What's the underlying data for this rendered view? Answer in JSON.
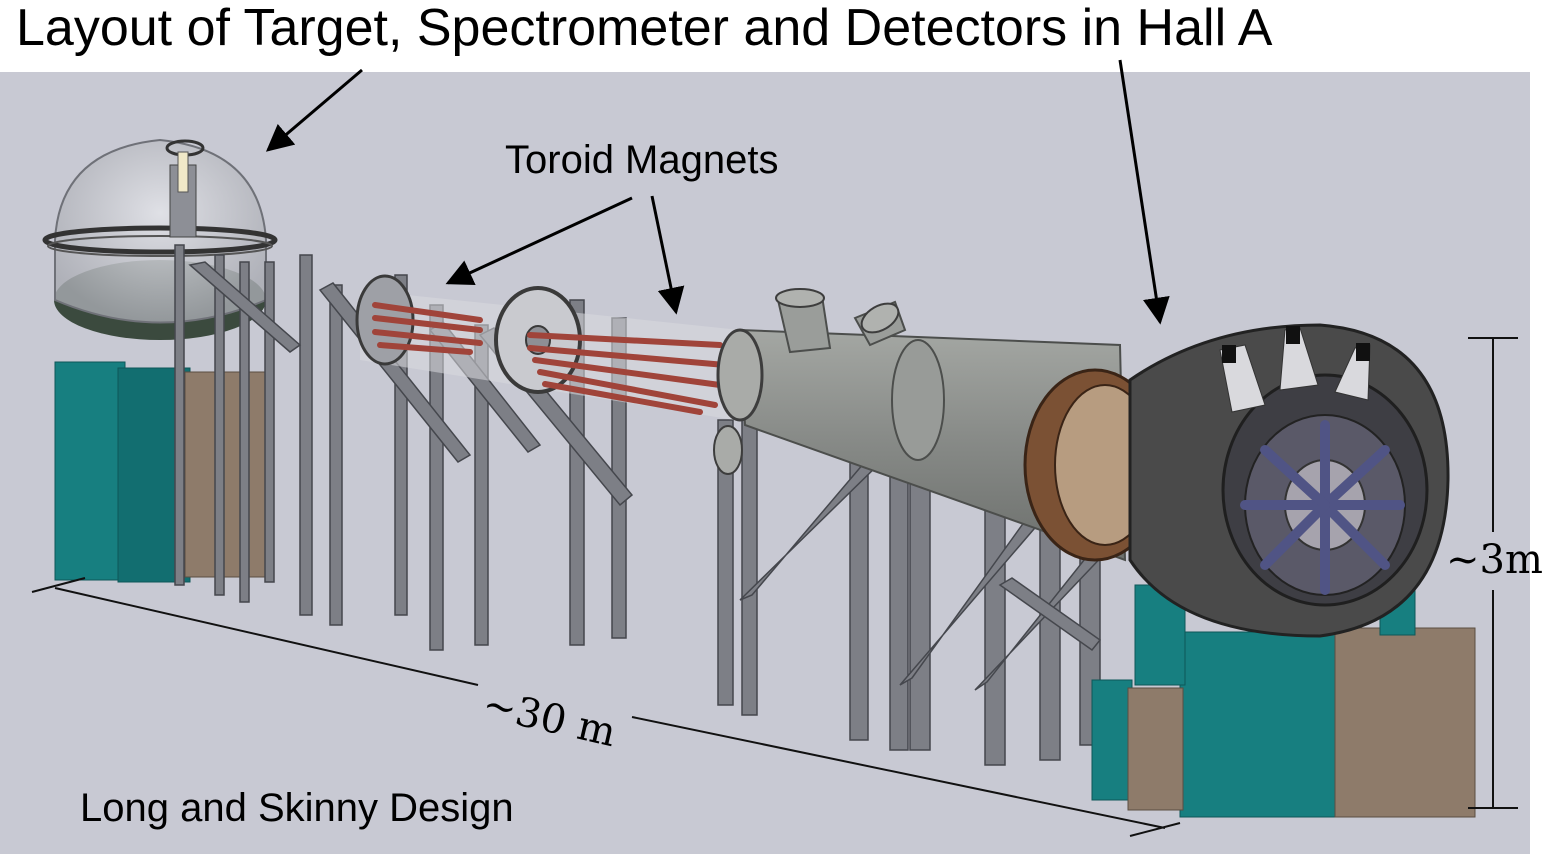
{
  "labels": {
    "title": "Layout of Target, Spectrometer and Detectors in Hall A",
    "toroid": "Toroid Magnets",
    "length": "~30 m",
    "height": "~3m",
    "design": "Long and Skinny Design"
  },
  "colors": {
    "background": "#c8c9d3",
    "teal_block": "#177f80",
    "tan_block": "#8e7b6a",
    "steel": "#7d7f86",
    "pipe": "#8a8d8a",
    "toroid_coils": "#a0443a",
    "detector_dark": "#4a4a4a",
    "detector_blue": "#505485"
  }
}
